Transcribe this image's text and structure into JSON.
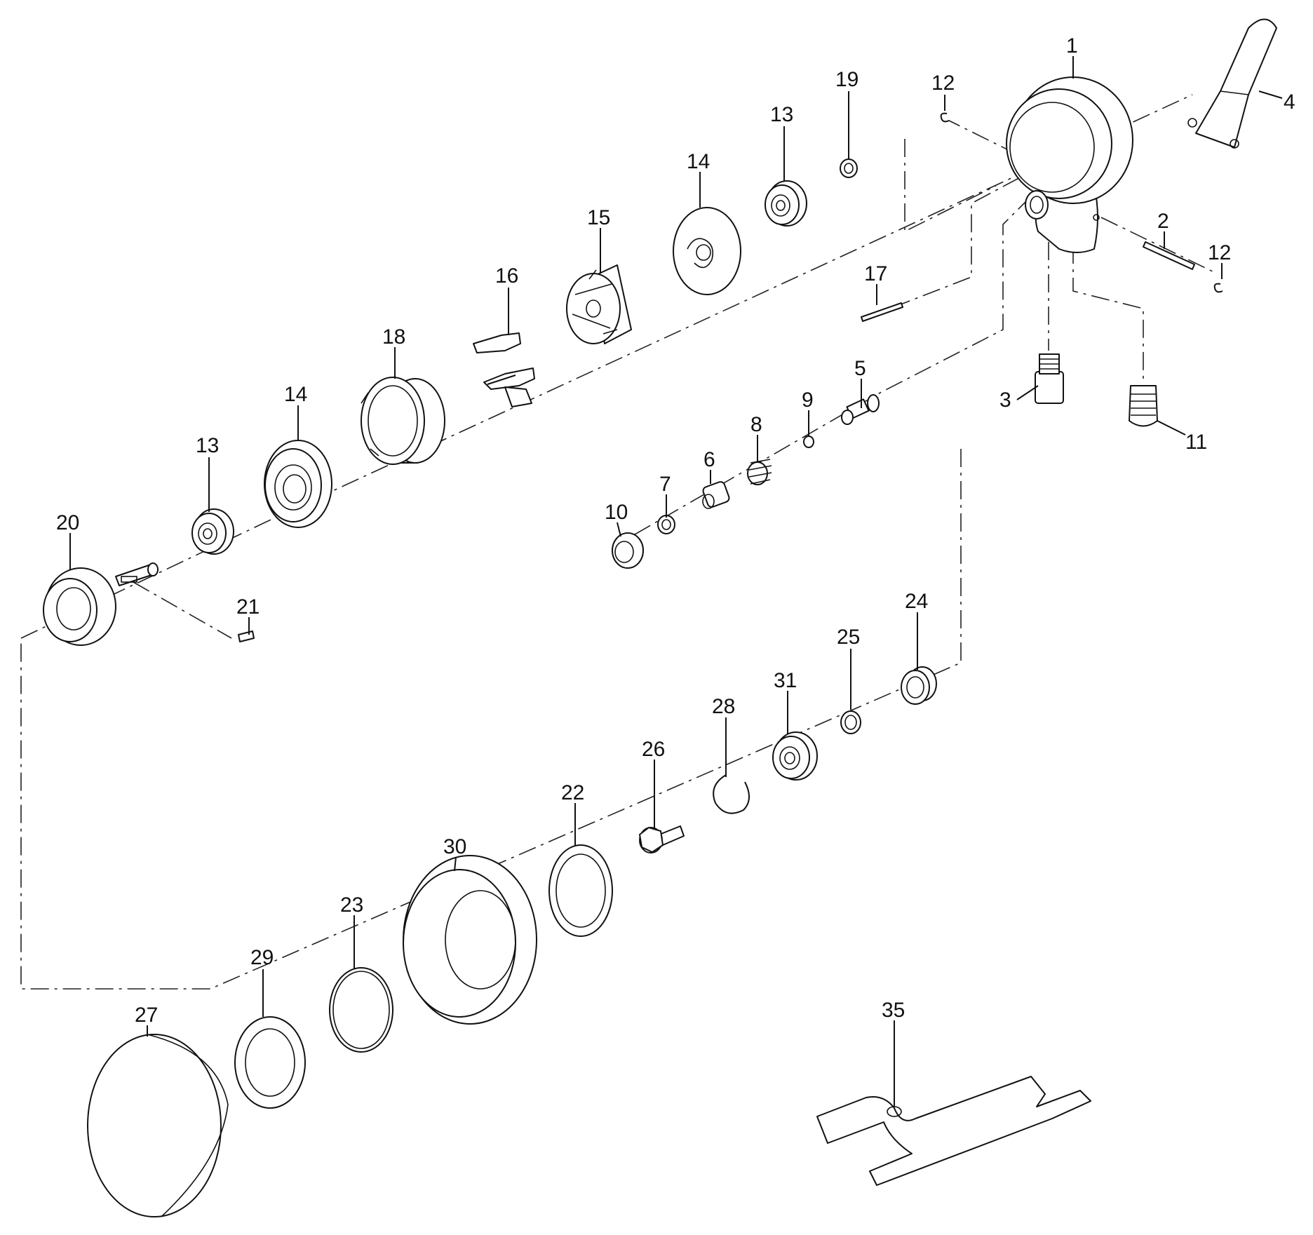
{
  "diagram": {
    "callouts": [
      "1",
      "2",
      "3",
      "4",
      "5",
      "6",
      "7",
      "8",
      "9",
      "10",
      "11",
      "12",
      "12",
      "13",
      "13",
      "14",
      "14",
      "15",
      "16",
      "17",
      "18",
      "19",
      "20",
      "21",
      "22",
      "23",
      "24",
      "25",
      "26",
      "27",
      "28",
      "29",
      "30",
      "31",
      "35"
    ]
  }
}
